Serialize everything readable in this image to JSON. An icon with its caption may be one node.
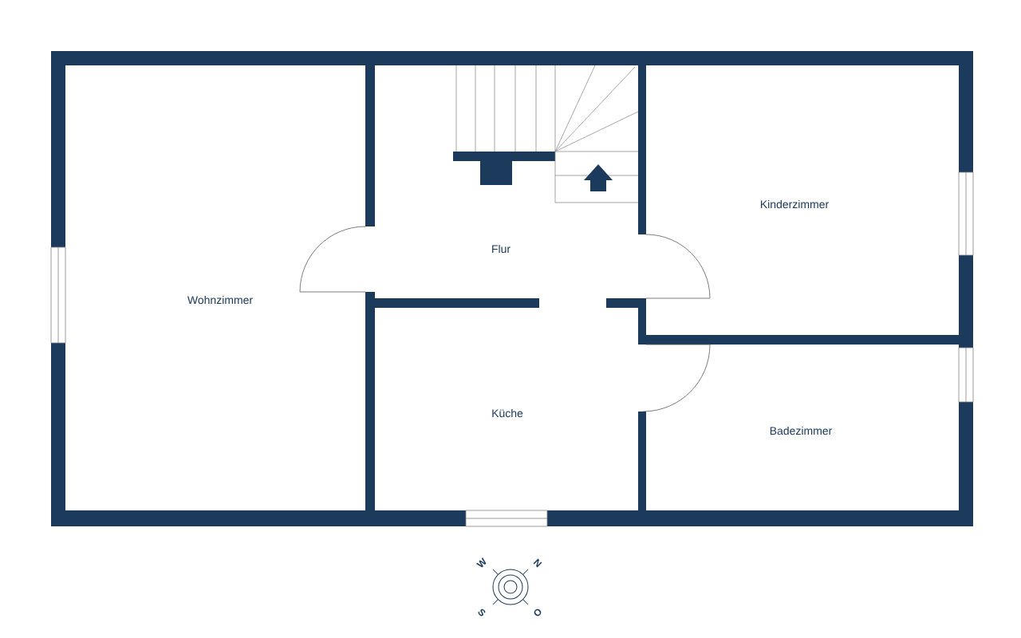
{
  "diagram": {
    "labels": [
      "Kinderzimmer",
      "Flur",
      "Wohnzimmer",
      "Küche",
      "Badezimmer",
      "W",
      "N",
      "S",
      "O"
    ]
  }
}
